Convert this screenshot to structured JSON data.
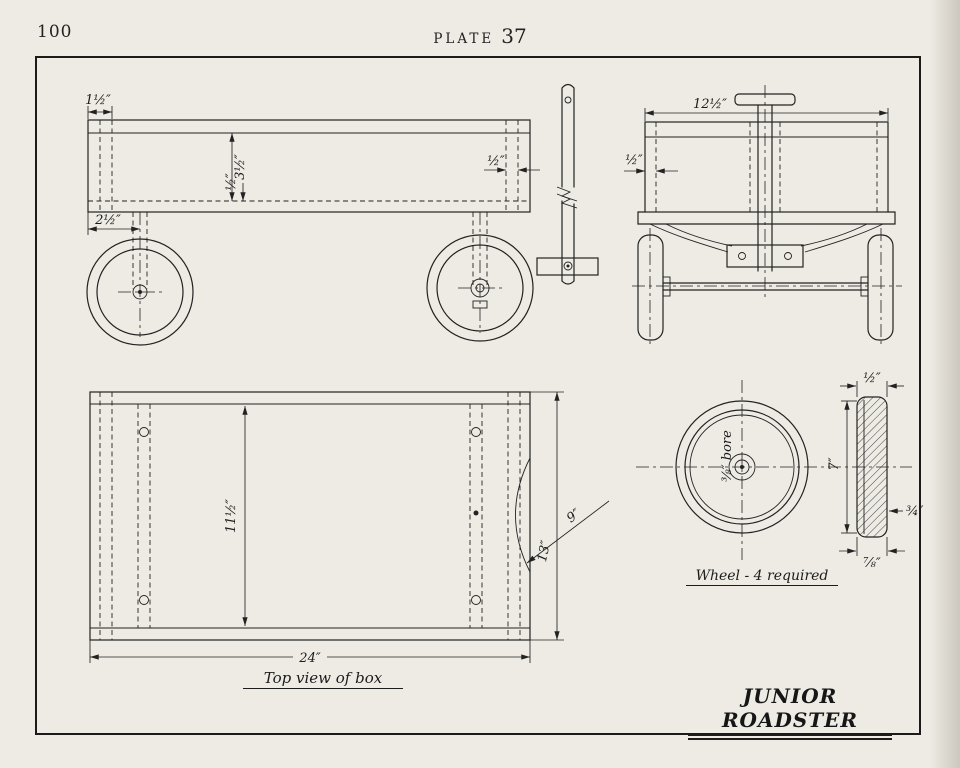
{
  "page": {
    "number": "100",
    "plate_word": "PLATE",
    "plate_number": "37"
  },
  "title_block": {
    "title": "JUNIOR ROADSTER"
  },
  "side_view": {
    "dim_end_board": "1½″",
    "dim_side_height": "3½″",
    "dim_bottom_board": "½″",
    "dim_rear_board": "½″",
    "dim_wheel_inset": "2½″"
  },
  "front_view": {
    "dim_overall_width": "12½″",
    "dim_side_board": "½″"
  },
  "top_view": {
    "caption": "Top view of box",
    "dim_inner_width": "11½″",
    "dim_handle": "9″",
    "dim_overall_width": "13″",
    "dim_overall_length": "24″"
  },
  "wheel_detail": {
    "caption": "Wheel - 4 required",
    "dim_diameter": "7″",
    "dim_bore": "⅜″ bore",
    "dim_tread": "½″",
    "dim_rim": "¾″",
    "dim_width": "⅞″"
  },
  "colors": {
    "paper": "#edebe4",
    "ink": "#1c1c1c"
  }
}
